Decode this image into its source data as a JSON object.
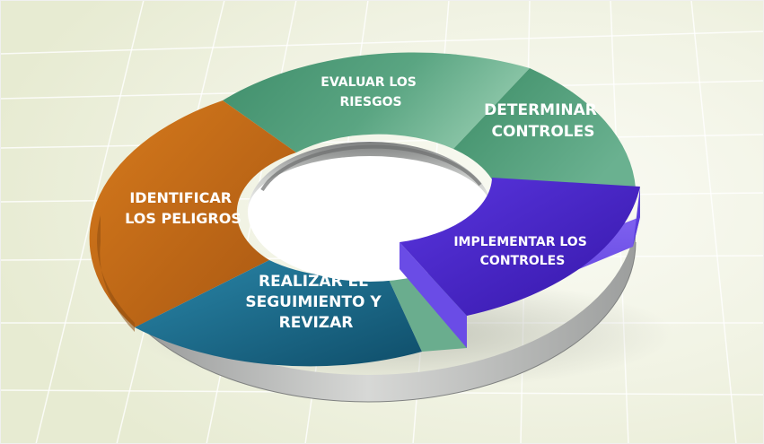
{
  "diagram": {
    "steps": [
      {
        "id": "evaluar",
        "lines": [
          "EVALUAR LOS",
          "RIESGOS"
        ]
      },
      {
        "id": "determinar",
        "lines": [
          "DETERMINAR",
          "CONTROLES"
        ]
      },
      {
        "id": "implementar",
        "lines": [
          "IMPLEMENTAR LOS",
          "CONTROLES"
        ]
      },
      {
        "id": "realizar",
        "lines": [
          "REALIZAR EL",
          "SEGUIMIENTO Y",
          "REVIZAR"
        ]
      },
      {
        "id": "identificar",
        "lines": [
          "IDENTIFICAR",
          "LOS PELIGROS"
        ]
      }
    ],
    "colors": {
      "evaluar": "#4e9b79",
      "determinar": "#5aa582",
      "implementar": "#4c29c9",
      "realizar": "#1b6d8e",
      "identificar": "#c26b16"
    }
  }
}
